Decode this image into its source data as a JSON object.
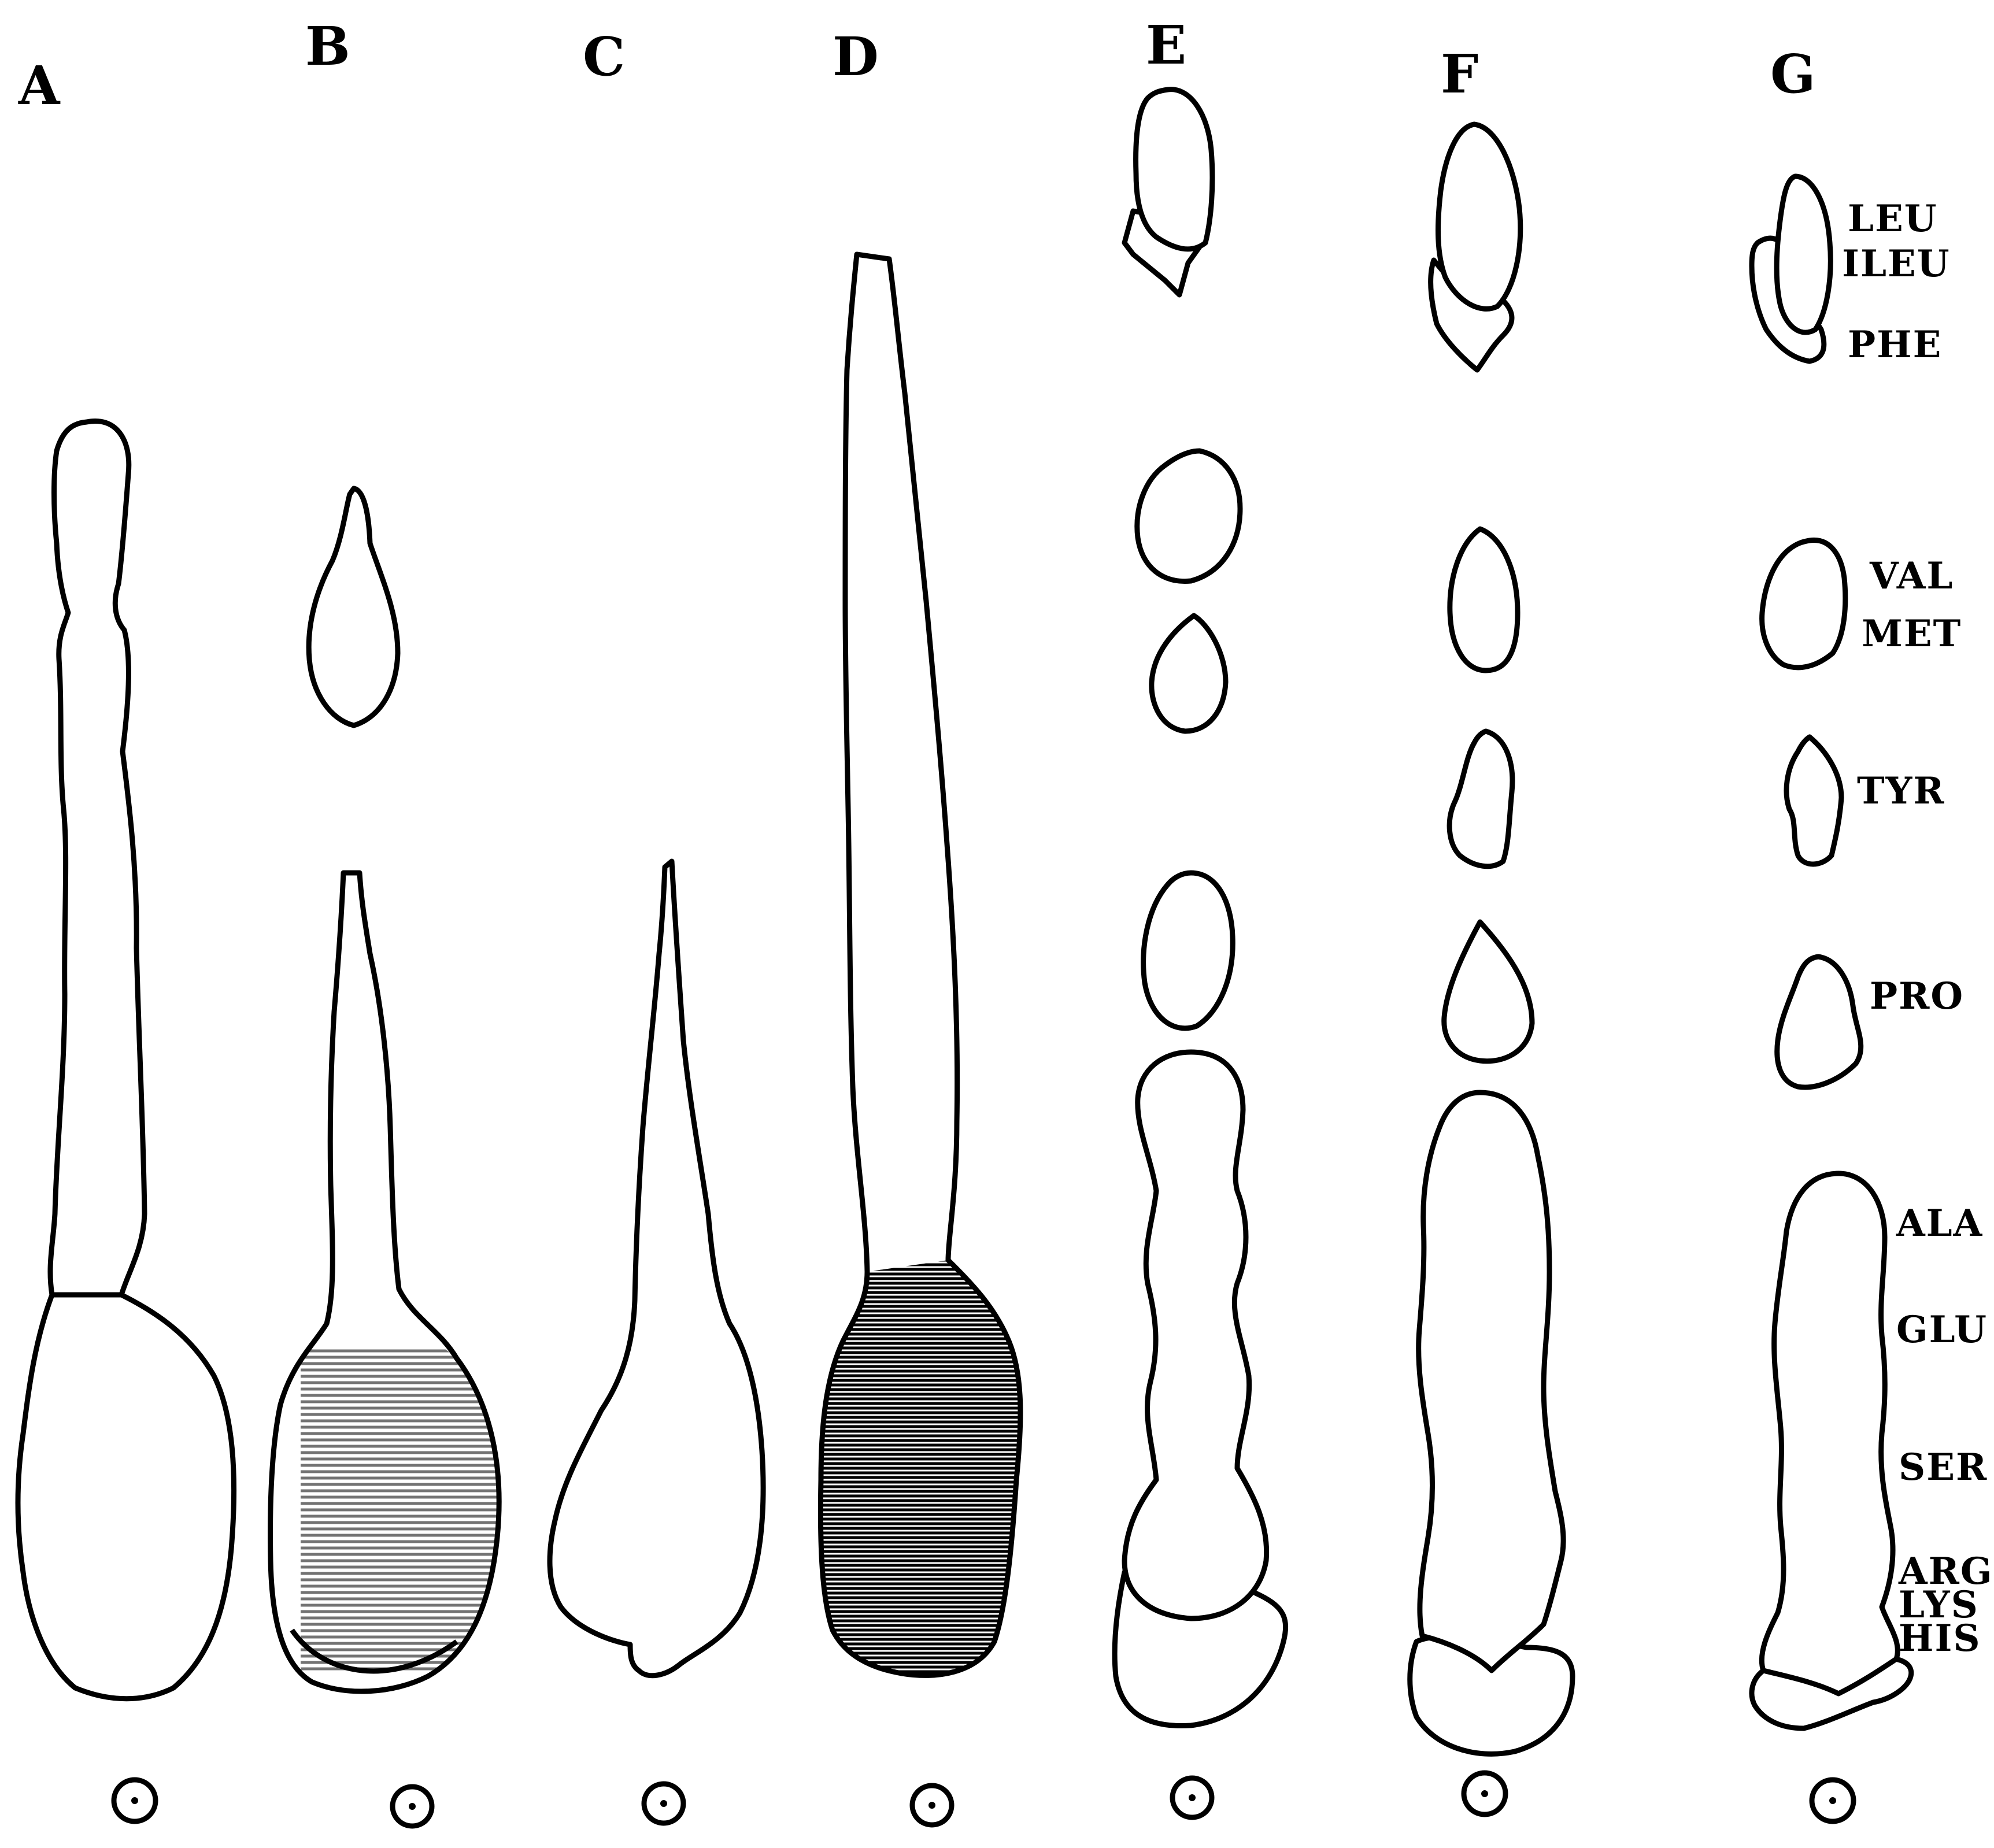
{
  "column_labels": [
    "A",
    "B",
    "C",
    "D",
    "E",
    "F",
    "G"
  ],
  "amino_acid_labels": [
    "LEU",
    "ILEU",
    "PHE",
    "VAL",
    "MET",
    "TYR",
    "PRO",
    "ALA",
    "GLU",
    "SER",
    "ARG",
    "LYS",
    "HIS"
  ],
  "colors": {
    "ink": "#000000",
    "paper": "#ffffff"
  }
}
